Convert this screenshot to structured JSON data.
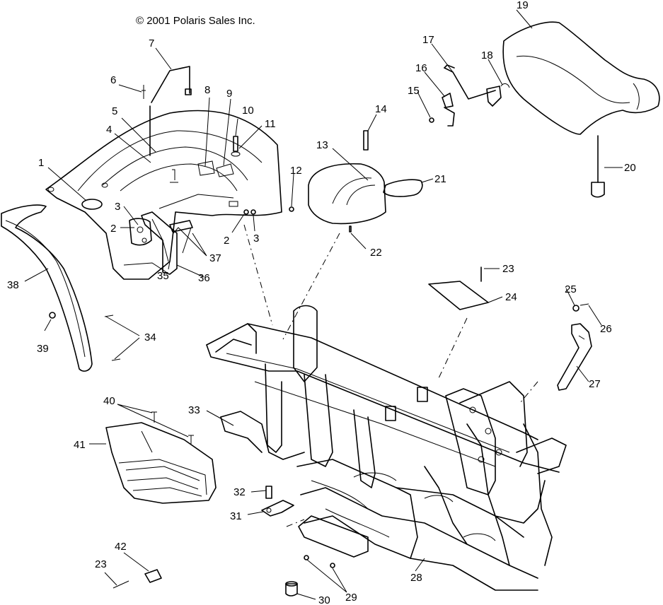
{
  "copyright": "© 2001 Polaris Sales Inc.",
  "callouts": [
    "1",
    "2",
    "3",
    "4",
    "5",
    "6",
    "7",
    "8",
    "9",
    "10",
    "11",
    "12",
    "13",
    "14",
    "15",
    "16",
    "17",
    "18",
    "19",
    "20",
    "21",
    "22",
    "23",
    "24",
    "25",
    "26",
    "27",
    "28",
    "29",
    "30",
    "31",
    "32",
    "33",
    "34",
    "35",
    "36",
    "37",
    "38",
    "39",
    "40",
    "41",
    "42",
    "2",
    "3",
    "23"
  ]
}
